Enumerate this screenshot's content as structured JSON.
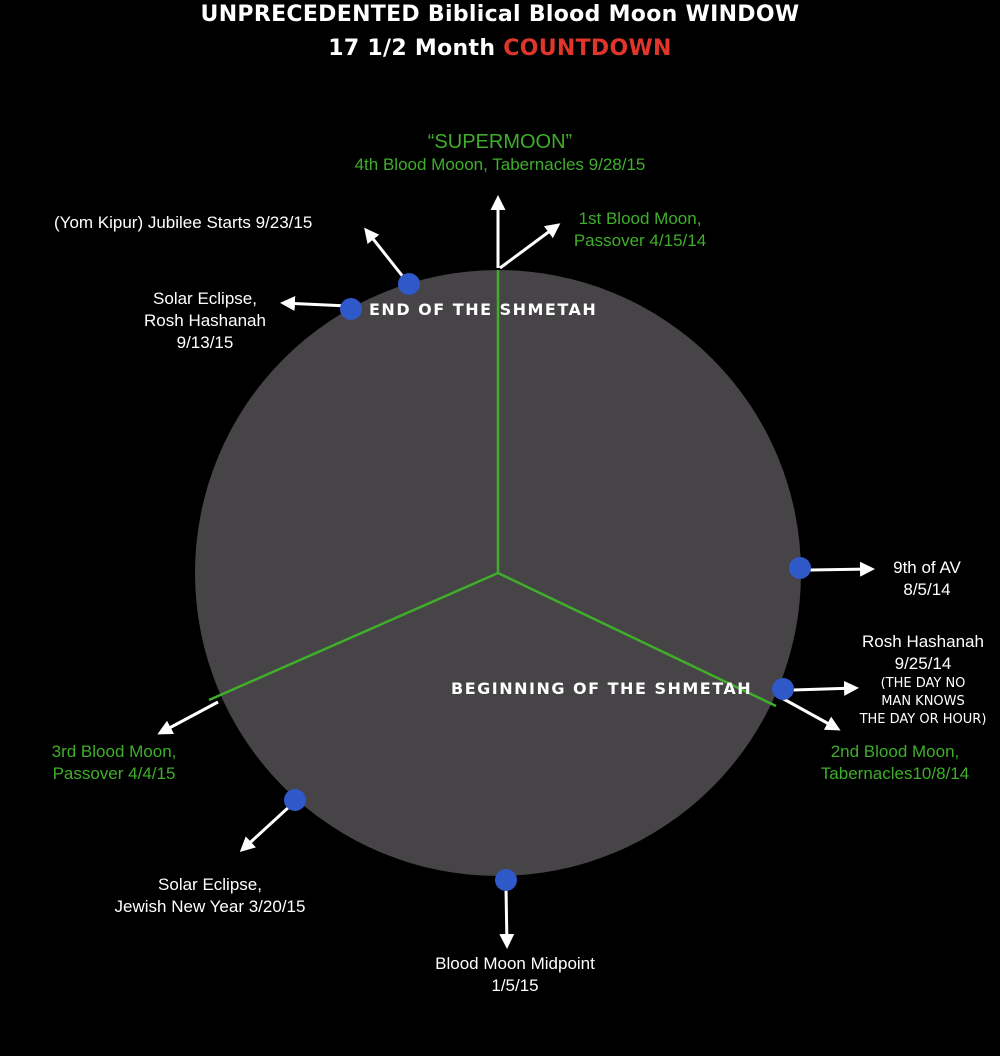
{
  "title": {
    "line1": "UNPRECEDENTED Biblical Blood Moon WINDOW",
    "line2_prefix": "17 1/2 Month ",
    "line2_accent": "COUNTDOWN"
  },
  "colors": {
    "circle": "#464446",
    "background": "#000000",
    "marker": "#2f58c9",
    "green": "#3fae2a",
    "accent": "#e0352b"
  },
  "zones": {
    "end": "END OF THE SHMETAH",
    "beginning": "BEGINNING OF THE SHMETAH"
  },
  "labels": {
    "supermoon": {
      "line1": "“SUPERMOON”",
      "line2": "4th Blood Mooon, Tabernacles 9/28/15"
    },
    "first": {
      "line1": "1st Blood Moon,",
      "line2": "Passover 4/15/14"
    },
    "jubilee": {
      "line1": "(Yom Kipur) Jubilee Starts 9/23/15"
    },
    "solar1": {
      "line1": "Solar Eclipse,",
      "line2": "Rosh Hashanah",
      "line3": "9/13/15"
    },
    "av": {
      "line1": "9th of AV",
      "line2": "8/5/14"
    },
    "rosh": {
      "line1": "Rosh Hashanah",
      "line2": "9/25/14",
      "line3": "(THE DAY NO",
      "line4": "MAN KNOWS",
      "line5": "THE DAY OR HOUR)"
    },
    "second": {
      "line1": "2nd Blood Moon,",
      "line2": "Tabernacles10/8/14"
    },
    "third": {
      "line1": "3rd Blood Moon,",
      "line2": "Passover 4/4/15"
    },
    "solar2": {
      "line1": "Solar Eclipse,",
      "line2": "Jewish New Year 3/20/15"
    },
    "midpoint": {
      "line1": "Blood Moon Midpoint",
      "line2": "1/5/15"
    }
  }
}
